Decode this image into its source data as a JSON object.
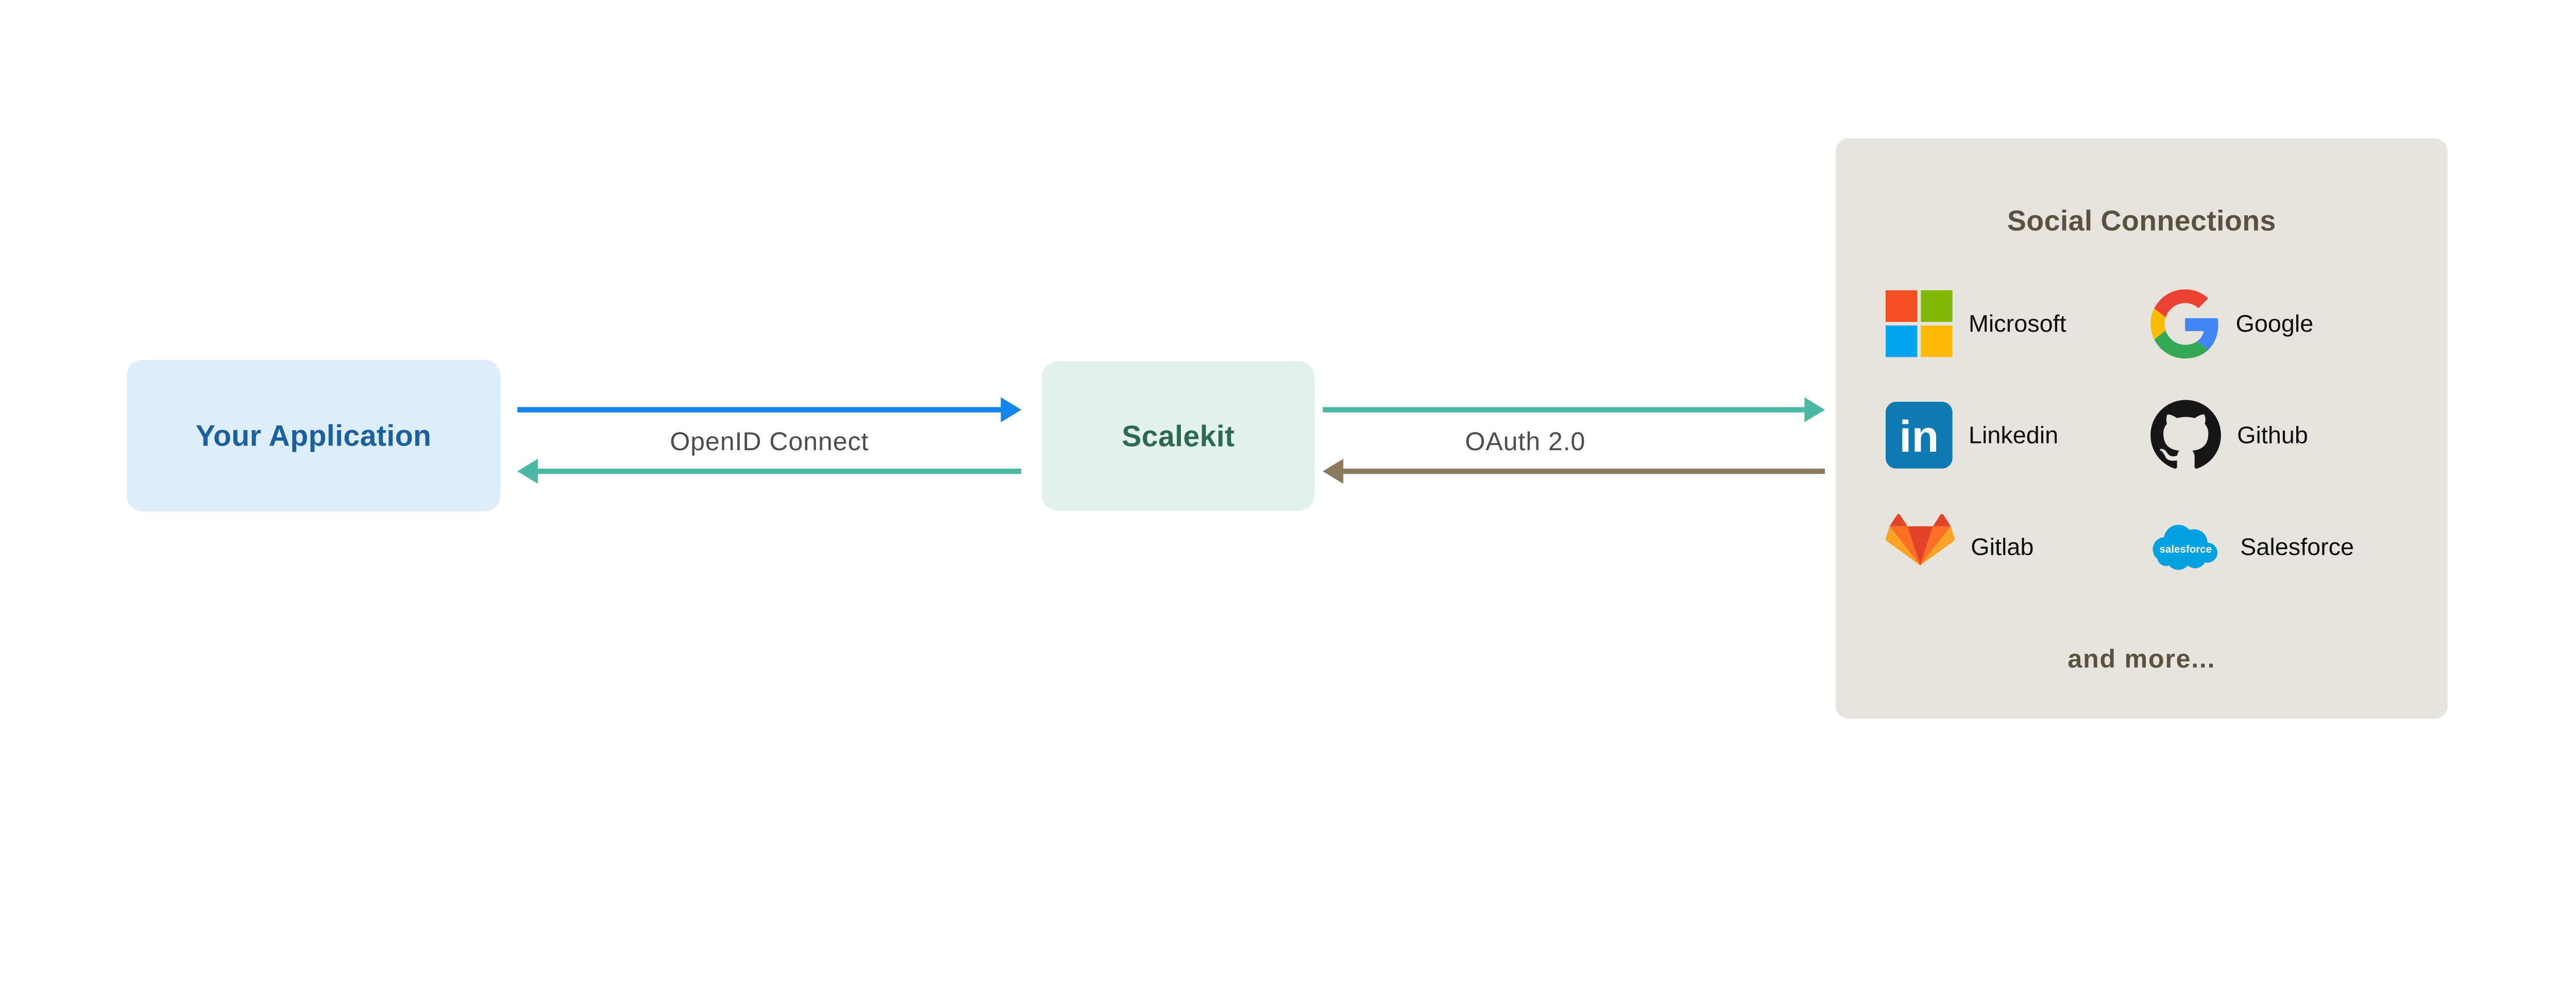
{
  "page": {
    "background": "#ffffff"
  },
  "boxes": {
    "app": {
      "label": "Your Application",
      "bg": "#ddedf9",
      "text_color": "#1a5fa0"
    },
    "scalekit": {
      "label": "Scalekit",
      "bg": "#e4f2ec",
      "text_color": "#2d6a52"
    }
  },
  "flows": [
    {
      "label": "OpenID Connect",
      "label_color": "#4d4d4d",
      "forward_color": "#1385ea",
      "back_color": "#4cb9a5"
    },
    {
      "label": "OAuth 2.0",
      "label_color": "#4d4d4d",
      "forward_color": "#4cb9a5",
      "back_color": "#8a7b5e"
    }
  ],
  "social_panel": {
    "title": "Social Connections",
    "bg": "#e7e4de",
    "title_color": "#5a5240",
    "footer": "and more...",
    "footer_color": "#5a5240",
    "label_color": "#0d0d0d",
    "providers": [
      {
        "name": "Microsoft"
      },
      {
        "name": "Google"
      },
      {
        "name": "Linkedin"
      },
      {
        "name": "Github"
      },
      {
        "name": "Gitlab"
      },
      {
        "name": "Salesforce"
      }
    ]
  },
  "icons": {
    "microsoft": [
      "#f25022",
      "#7fba00",
      "#00a4ef",
      "#ffb900"
    ],
    "google": {
      "red": "#EA4335",
      "blue": "#4285F4",
      "yellow": "#FBBC05",
      "green": "#34A853"
    },
    "linkedin": "#0e79b2",
    "linkedin_monogram": "in",
    "github": "#171515",
    "gitlab": {
      "dark_orange": "#e24329",
      "orange": "#fc6d26",
      "light_orange": "#fca326"
    },
    "salesforce": "#00a1e0",
    "salesforce_wordmark": "salesforce"
  }
}
